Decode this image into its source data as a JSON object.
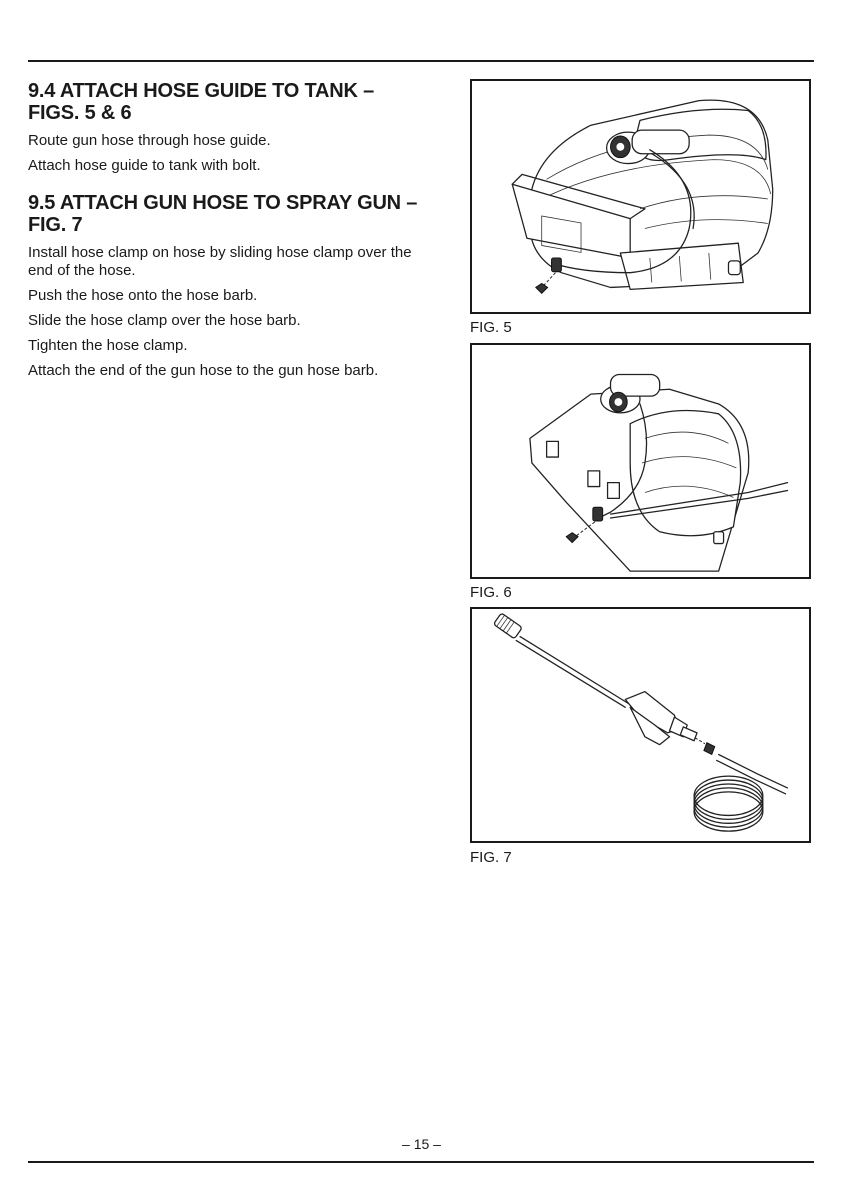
{
  "sections": [
    {
      "heading": "9.4 ATTACH HOSE GUIDE TO TANK – FIGS. 5 & 6",
      "paragraphs": [
        "Route gun hose through hose guide.",
        "Attach hose guide to tank with bolt."
      ]
    },
    {
      "heading": "9.5 ATTACH GUN HOSE TO SPRAY GUN – FIG. 7",
      "paragraphs": [
        "Install hose clamp on hose by sliding hose clamp over the end of the hose.",
        "Push the hose onto the hose barb.",
        "Slide the hose clamp over the hose barb.",
        "Tighten the hose clamp.",
        "Attach the end of the gun hose to the gun hose barb."
      ]
    }
  ],
  "figures": {
    "fig5": "FIG. 5",
    "fig6": "FIG. 6",
    "fig7": "FIG. 7"
  },
  "footer": {
    "page_number": "– 15 –"
  }
}
